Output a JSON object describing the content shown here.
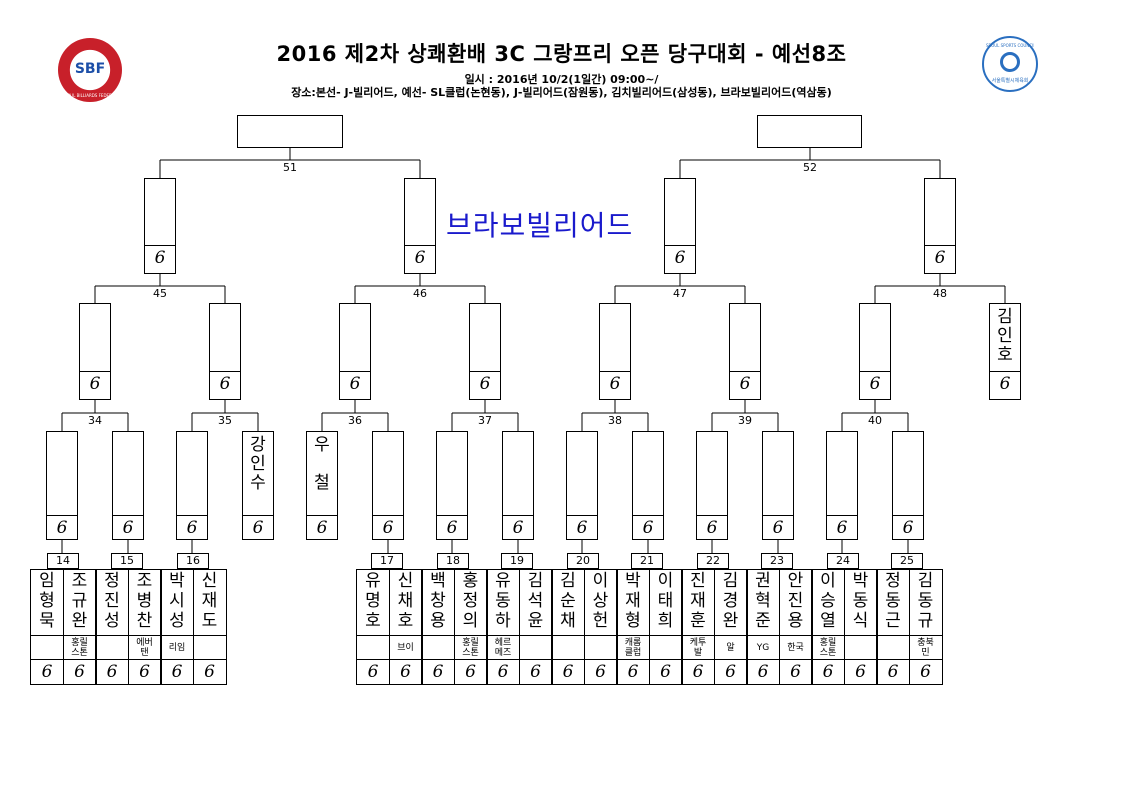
{
  "header": {
    "title": "2016 제2차 상쾌환배 3C 그랑프리 오픈 당구대회 - 예선8조",
    "date_line": "일시 : 2016년 10/2(1일간) 09:00~/",
    "venue_line": "장소:본선- J-빌리어드, 예선- SL클럽(논현동), J-빌리어드(잠원동), 김치빌리어드(삼성동), 브라보빌리어드(역삼동)",
    "left_logo_text": "SBF",
    "left_logo_ring": "SEOUL BILLIARDS FEDERATION",
    "right_logo_ring": "SEOUL SPORTS COUNCIL",
    "right_logo_caption": "서울특별시체육회"
  },
  "venue_stamp": "브라보빌리어드",
  "score_mark": "6",
  "matches_r4": [
    "51",
    "52"
  ],
  "matches_r3": [
    "45",
    "46",
    "47",
    "48"
  ],
  "matches_r2": [
    "34",
    "35",
    "36",
    "37",
    "38",
    "39",
    "40"
  ],
  "matches_r1": [
    "14",
    "15",
    "16",
    "17",
    "18",
    "19",
    "20",
    "21",
    "22",
    "23",
    "24",
    "25"
  ],
  "advanced": {
    "r3_48_b": "김\n인\n호",
    "r2_35_b": "강\n인\n수",
    "r2_36_a": "우\n\n철"
  },
  "players_left": [
    {
      "name": "임\n형\n묵",
      "club": ""
    },
    {
      "name": "조\n규\n완",
      "club": "홍릴\n스톤"
    },
    {
      "name": "정\n진\n성",
      "club": ""
    },
    {
      "name": "조\n병\n찬",
      "club": "에버\n탠"
    },
    {
      "name": "박\n시\n성",
      "club": "리임"
    },
    {
      "name": "신\n재\n도",
      "club": ""
    }
  ],
  "players_right": [
    {
      "name": "유\n명\n호",
      "club": ""
    },
    {
      "name": "신\n채\n호",
      "club": "브이"
    },
    {
      "name": "백\n창\n용",
      "club": ""
    },
    {
      "name": "홍\n정\n의",
      "club": "홍릴\n스톤"
    },
    {
      "name": "유\n동\n하",
      "club": "헤르\n메즈"
    },
    {
      "name": "김\n석\n윤",
      "club": ""
    },
    {
      "name": "김\n순\n채",
      "club": ""
    },
    {
      "name": "이\n상\n헌",
      "club": ""
    },
    {
      "name": "박\n재\n형",
      "club": "캐롬\n클럽"
    },
    {
      "name": "이\n태\n희",
      "club": ""
    },
    {
      "name": "진\n재\n훈",
      "club": "케투\n발"
    },
    {
      "name": "김\n경\n완",
      "club": "알"
    },
    {
      "name": "권\n혁\n준",
      "club": "YG"
    },
    {
      "name": "안\n진\n용",
      "club": "한국"
    },
    {
      "name": "이\n승\n열",
      "club": "홍릴\n스톤"
    },
    {
      "name": "박\n동\n식",
      "club": ""
    },
    {
      "name": "정\n동\n근",
      "club": ""
    },
    {
      "name": "김\n동\n규",
      "club": "충북\n민"
    }
  ],
  "colors": {
    "stamp": "#1a1acc",
    "line": "#000000"
  }
}
